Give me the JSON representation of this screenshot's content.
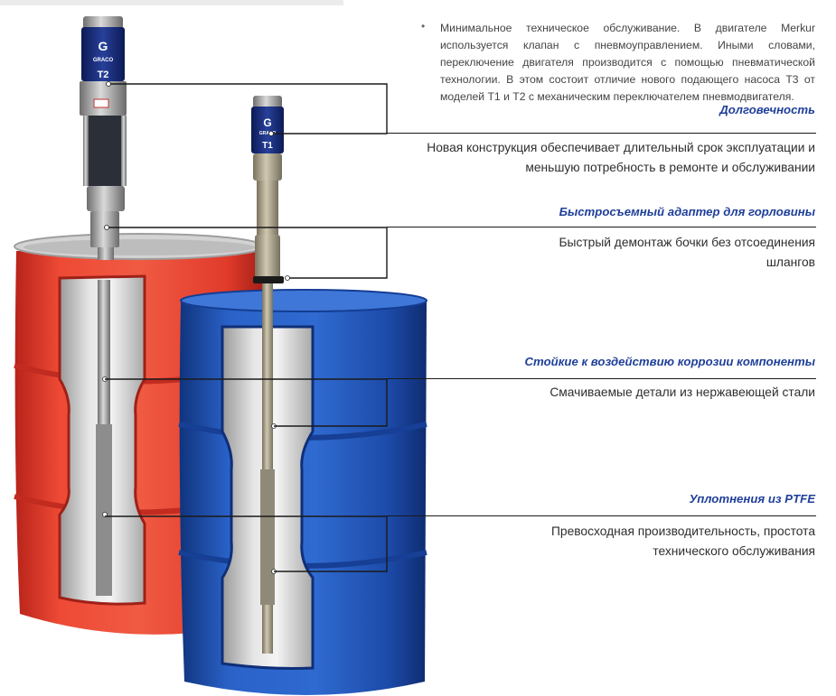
{
  "intro": {
    "bullet": "•",
    "text": "Минимальное техническое обслуживание. В двигателе Merkur используется клапан с пневмоуправлением. Иными словами, переключение двигателя производится с помощью пневматической технологии. В этом состоит отличие нового подающего насоса Т3 от моделей Т1 и Т2 с механическим переключателем пневмодвигателя."
  },
  "features": [
    {
      "title": "Долговечность",
      "desc": [
        "Новая конструкция обеспечивает длительный срок эксплуатации и",
        "меньшую потребность в ремонте и обслуживании"
      ]
    },
    {
      "title": "Быстросъемный адаптер для горловины",
      "desc": [
        "Быстрый демонтаж бочки без отсоединения",
        "шлангов"
      ]
    },
    {
      "title": "Стойкие к воздействию коррозии компоненты",
      "desc": [
        "Смачиваемые детали из нержавеющей стали"
      ]
    },
    {
      "title": "Уплотнения из PTFE",
      "desc": [
        "Превосходная производительность, простота",
        "технического обслуживания"
      ]
    }
  ],
  "pumps": {
    "t2": {
      "brand": "GRACO",
      "model": "T2"
    },
    "t1": {
      "brand": "GRACO",
      "model": "T1"
    }
  },
  "colors": {
    "accent": "#1f3f9a",
    "drum_red": "#e0392b",
    "drum_blue": "#1e4fb6"
  }
}
